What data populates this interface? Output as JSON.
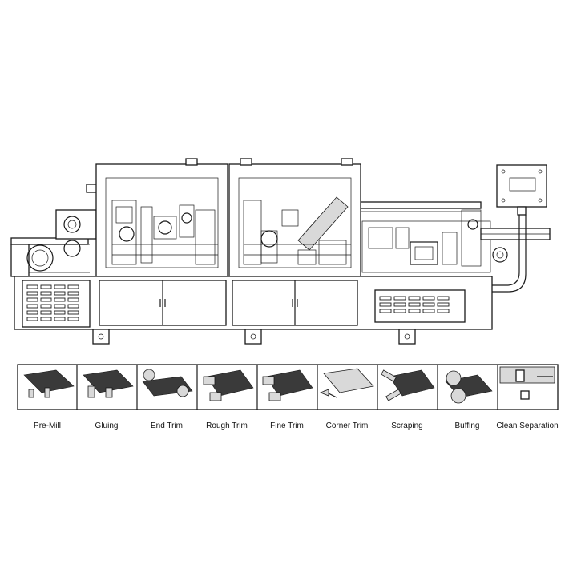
{
  "steps": [
    {
      "label": "Pre-Mill",
      "icon": "pre-mill-icon"
    },
    {
      "label": "Gluing",
      "icon": "gluing-icon"
    },
    {
      "label": "End Trim",
      "icon": "end-trim-icon"
    },
    {
      "label": "Rough Trim",
      "icon": "rough-trim-icon"
    },
    {
      "label": "Fine Trim",
      "icon": "fine-trim-icon"
    },
    {
      "label": "Corner Trim",
      "icon": "corner-trim-icon"
    },
    {
      "label": "Scraping",
      "icon": "scraping-icon"
    },
    {
      "label": "Buffing",
      "icon": "buffing-icon"
    },
    {
      "label": "Clean Separation",
      "icon": "clean-separation-icon"
    }
  ],
  "colors": {
    "line": "#1a1a1a",
    "panel_fill": "#ffffff",
    "step_fill": "#3a3a3a",
    "step_bg": "#d9d9d9"
  }
}
